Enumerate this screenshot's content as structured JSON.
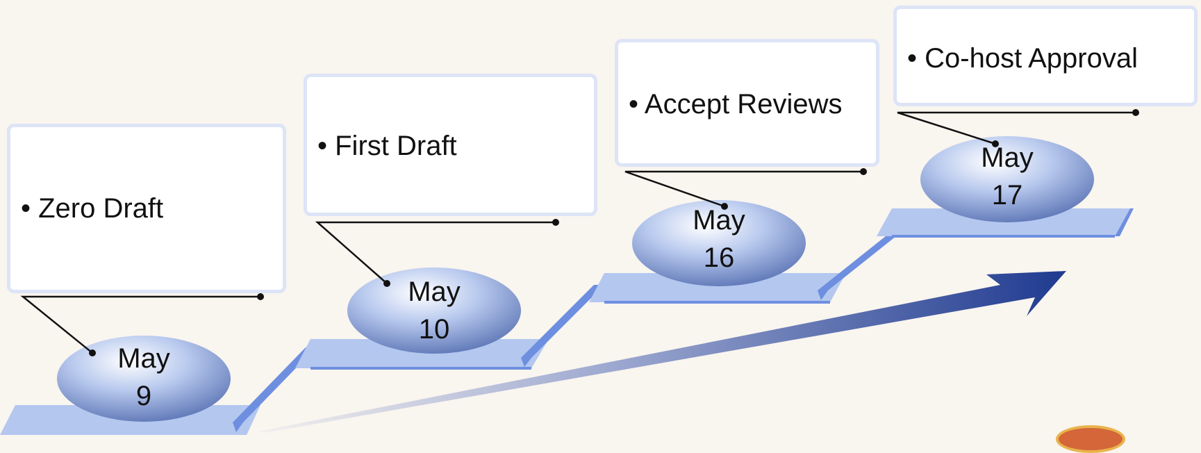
{
  "milestones": [
    {
      "task": "• Zero Draft",
      "month": "May",
      "day": "9"
    },
    {
      "task": "• First Draft",
      "month": "May",
      "day": "10"
    },
    {
      "task": "• Accept Reviews",
      "month": "May",
      "day": "16"
    },
    {
      "task": "• Co-host Approval",
      "month": "May",
      "day": "17"
    }
  ],
  "colors": {
    "background": "#f9f5ef",
    "step_fill": "#b4c7ef",
    "step_edge": "#6e8fe0",
    "arrow_dark": "#1f3a8f",
    "card_border": "#dde4f7"
  }
}
